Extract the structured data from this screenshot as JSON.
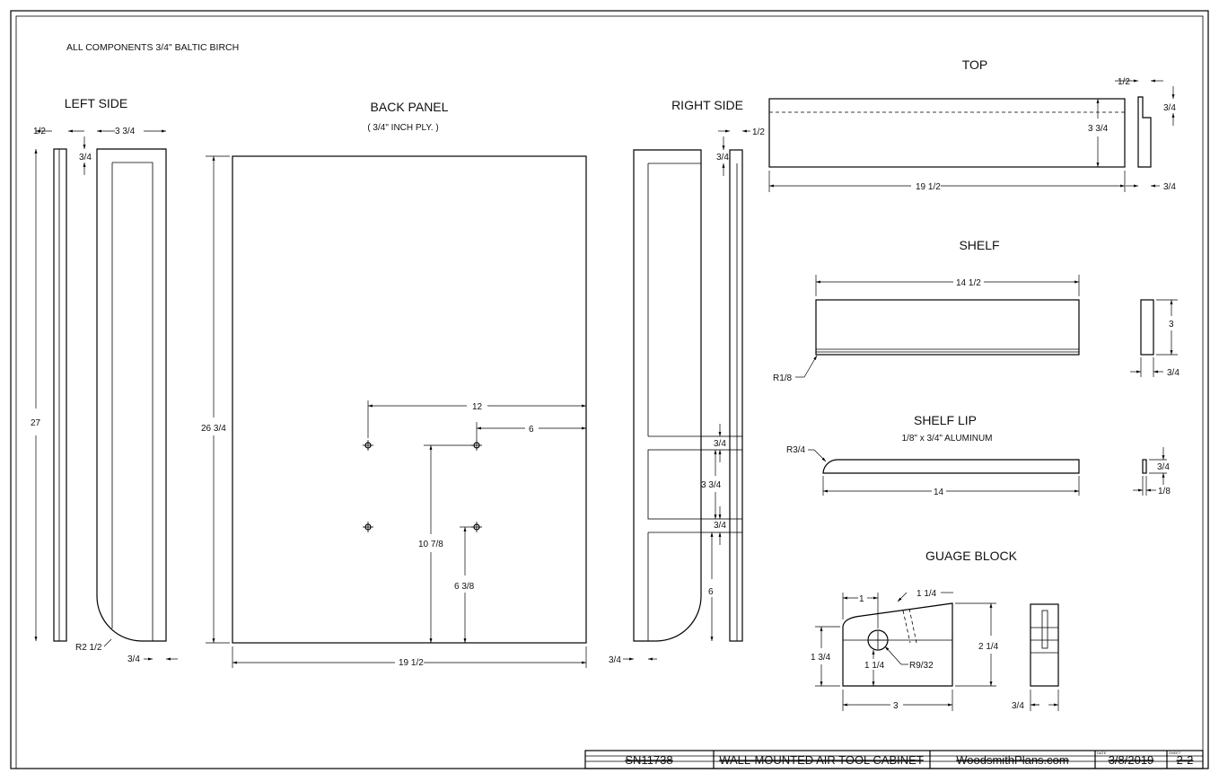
{
  "note": "ALL COMPONENTS 3/4\" BALTIC BIRCH",
  "views": {
    "left_side": {
      "title": "LEFT SIDE",
      "dims": {
        "a": "1/2",
        "b": "3 3/4",
        "c": "3/4",
        "d": "27",
        "e": "R2 1/2",
        "f": "3/4"
      }
    },
    "back_panel": {
      "title": "BACK PANEL",
      "subtitle": "( 3/4\" INCH PLY. )",
      "dims": {
        "a": "12",
        "b": "6",
        "c": "26 3/4",
        "d": "10 7/8",
        "e": "6 3/8",
        "f": "19 1/2"
      }
    },
    "right_side": {
      "title": "RIGHT SIDE",
      "dims": {
        "a": "1/2",
        "b": "3/4",
        "c": "3/4",
        "d": "3 3/4",
        "e": "3/4",
        "f": "6",
        "g": "3/4"
      }
    },
    "top": {
      "title": "TOP",
      "dims": {
        "a": "1/2",
        "b": "3/4",
        "c": "3 3/4",
        "d": "19 1/2",
        "e": "3/4"
      }
    },
    "shelf": {
      "title": "SHELF",
      "dims": {
        "a": "14 1/2",
        "b": "R1/8",
        "c": "3",
        "d": "3/4"
      }
    },
    "shelf_lip": {
      "title": "SHELF LIP",
      "subtitle": "1/8\" x 3/4\" ALUMINUM",
      "dims": {
        "a": "R3/4",
        "b": "14",
        "c": "3/4",
        "d": "1/8"
      }
    },
    "gauge_block": {
      "title": "GUAGE BLOCK",
      "dims": {
        "a": "1",
        "b": "1 1/4",
        "c": "1 3/4",
        "d": "2 1/4",
        "e": "1 1/4",
        "f": "R9/32",
        "g": "3",
        "h": "3/4"
      }
    }
  },
  "title_block": {
    "number": "SN11738",
    "name": "WALL-MOUNTED AIR TOOL CABINET",
    "site": "WoodsmithPlans.com",
    "date_label": "DATE",
    "date": "3/8/2019",
    "sheet_label": "SHEET",
    "sheet": "2-2"
  }
}
